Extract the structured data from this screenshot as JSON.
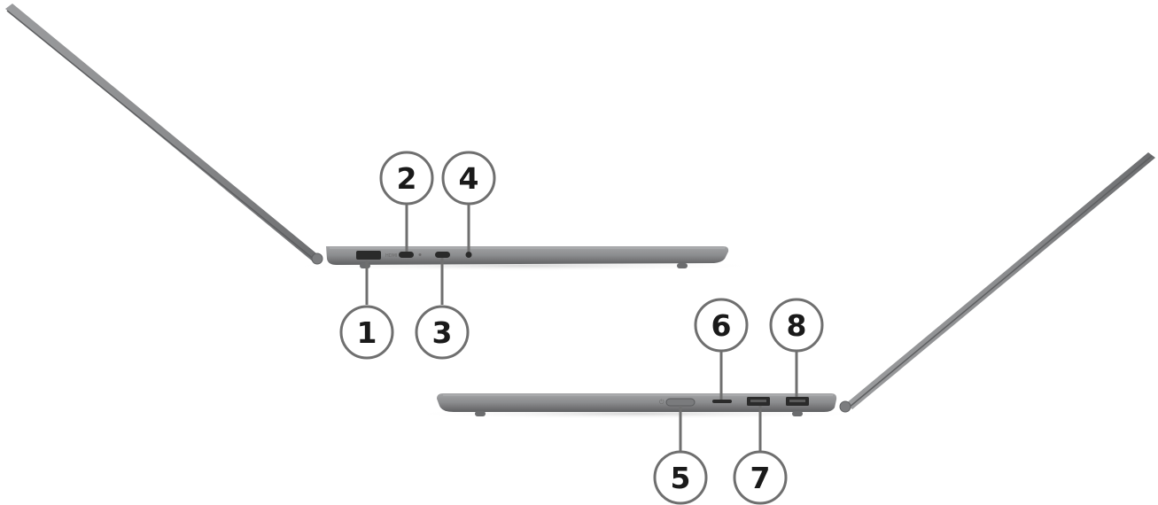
{
  "callouts": {
    "c1": "1",
    "c2": "2",
    "c3": "3",
    "c4": "4",
    "c5": "5",
    "c6": "6",
    "c7": "7",
    "c8": "8"
  },
  "colors": {
    "chassis": "#8a8b8d",
    "chassis_dark": "#6b6c6e",
    "port": "#2a2a2a",
    "callout_stroke": "#6f6f6f"
  }
}
